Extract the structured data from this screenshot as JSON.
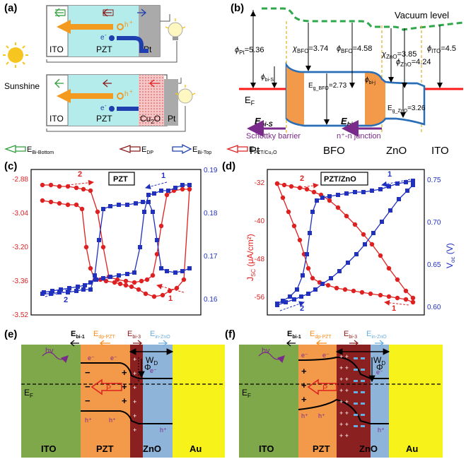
{
  "panels": {
    "a": {
      "label": "(a)",
      "top_layers": [
        "ITO",
        "PZT",
        "Pt"
      ],
      "bottom_layers": [
        "ITO",
        "PZT",
        "Cu",
        "2",
        "O",
        "Pt"
      ],
      "sunshine": "Sunshine",
      "hole": "h",
      "electron": "e",
      "plus": "+",
      "minus": "-"
    },
    "b": {
      "label": "(b)",
      "vacuum_level": "Vacuum level",
      "phi_pt": "5.36",
      "chi_bfo": "=3.74",
      "phi_bfo": "=4.58",
      "chi_zno": "=3.85",
      "phi_zno": "=4.24",
      "phi_ito": "=4.5",
      "eg_bfo": "=2.73",
      "eg_zno": "=3.26",
      "ef": "E",
      "ef_sub": "F",
      "schottky": "Schottky barrier",
      "nn_junction": "n⁺-n junction",
      "materials": [
        "Pt",
        "BFO",
        "ZnO",
        "ITO"
      ]
    },
    "legend": {
      "items": [
        {
          "main": "E",
          "sub": "Bi-Bottom",
          "color": "#2e9e3a"
        },
        {
          "main": "E",
          "sub": "DP",
          "color": "#8b1a1a"
        },
        {
          "main": "E",
          "sub": "Bi-Top",
          "color": "#1f3fb0"
        },
        {
          "main": "E",
          "sub": "PZT/Cu₂O",
          "color": "#e02020"
        }
      ]
    },
    "c": {
      "label": "(c)",
      "tag": "PZT",
      "left_ticks": [
        "-2.88",
        "-3.04",
        "-3.20",
        "-3.36",
        "-3.52"
      ],
      "right_ticks": [
        "0.19",
        "0.18",
        "0.17",
        "0.16"
      ],
      "arrow_labels": [
        "2",
        "1",
        "1",
        "2"
      ]
    },
    "d": {
      "label": "(d)",
      "tag": "PZT/ZnO",
      "left_ticks": [
        "-32",
        "-40",
        "-48",
        "-56"
      ],
      "right_ticks": [
        "0.75",
        "0.70",
        "0.65",
        "0.60"
      ],
      "ylabel_left": "J",
      "ylabel_left_sub": "SC",
      "ylabel_left_unit": " (μA/cm²)",
      "ylabel_right": "V",
      "ylabel_right_sub": "oc",
      "ylabel_right_unit": " (V)",
      "arrow_labels": [
        "2",
        "1",
        "1",
        "2"
      ]
    },
    "e": {
      "label": "(e)",
      "layers": [
        "ITO",
        "PZT",
        "ZnO",
        "Au"
      ],
      "fields": [
        {
          "main": "E",
          "sub": "bi-1",
          "color": "#000000"
        },
        {
          "main": "E",
          "sub": "dp-PZT",
          "color": "#ff8c1a"
        },
        {
          "main": "E",
          "sub": "bi-3",
          "color": "#8b1a1a"
        },
        {
          "main": "E",
          "sub": "in-ZnO",
          "color": "#6aaee0"
        }
      ],
      "wd": "W",
      "wd_sub": "D",
      "phi": "Φ",
      "hv": "hv",
      "p": "P",
      "ef": "E",
      "ef_sub": "F"
    },
    "f": {
      "label": "(f)",
      "layers": [
        "ITO",
        "PZT",
        "ZnO",
        "Au"
      ],
      "fields": [
        {
          "main": "E",
          "sub": "bi-1",
          "color": "#000000"
        },
        {
          "main": "E",
          "sub": "dp-PZT",
          "color": "#ff8c1a"
        },
        {
          "main": "E",
          "sub": "bi-3",
          "color": "#8b1a1a"
        },
        {
          "main": "E",
          "sub": "in-ZnO",
          "color": "#6aaee0"
        }
      ],
      "wd": "W",
      "wd_sub": "D",
      "phi": "Φ",
      "hv": "hv",
      "p": "P",
      "ef": "E",
      "ef_sub": "F"
    }
  },
  "colors": {
    "ito_green": "#7fa84a",
    "pzt_orange": "#f39a4a",
    "zno_blue": "#8fb4d9",
    "au_yellow": "#f6f21a",
    "dark_red": "#8b2020",
    "vacuum_green": "#2ea84a",
    "ef_red": "#ff1a1a",
    "data_red": "#e02020",
    "data_blue": "#2030c0"
  }
}
